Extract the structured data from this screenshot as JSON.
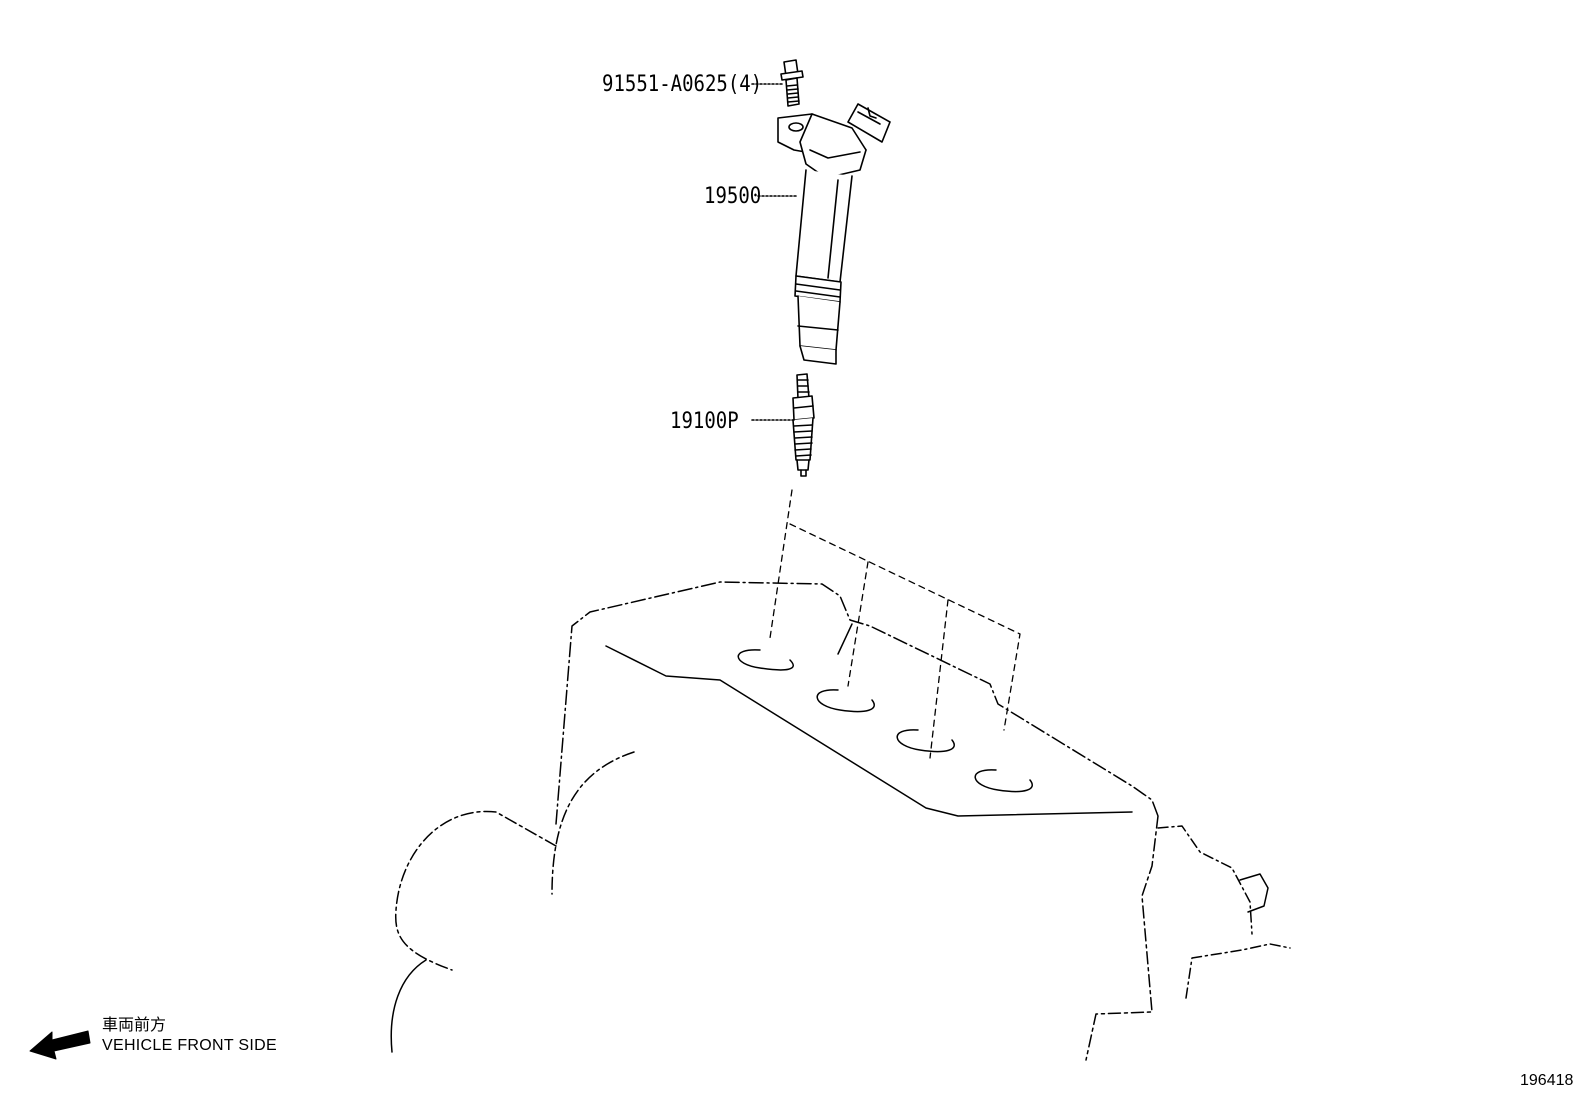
{
  "diagram": {
    "parts": [
      {
        "id": "bolt",
        "part_number": "91551-A0625(4)"
      },
      {
        "id": "ignition-coil",
        "part_number": "19500"
      },
      {
        "id": "spark-plug",
        "part_number": "19100P"
      }
    ],
    "direction": {
      "japanese": "車両前方",
      "english": "VEHICLE FRONT SIDE"
    },
    "illustration_number": "196418",
    "colors": {
      "line": "#000000",
      "background": "#ffffff"
    }
  }
}
